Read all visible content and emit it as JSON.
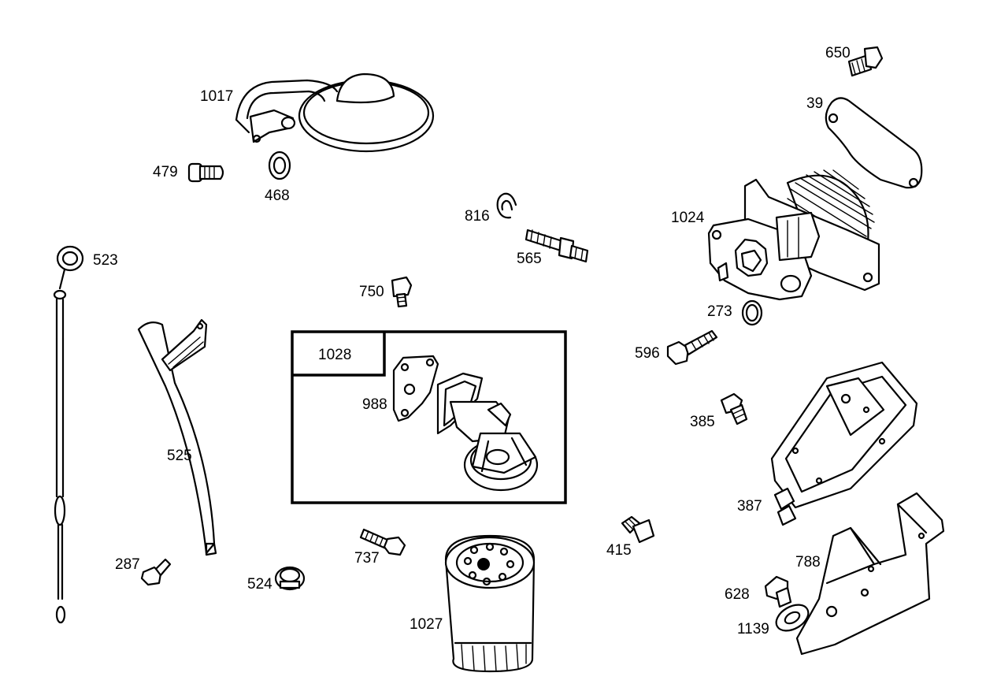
{
  "labels": {
    "p1017": "1017",
    "p479": "479",
    "p468": "468",
    "p816": "816",
    "p565": "565",
    "p650": "650",
    "p39": "39",
    "p1024": "1024",
    "p273": "273",
    "p523": "523",
    "p750": "750",
    "p596": "596",
    "p385": "385",
    "p1028": "1028",
    "p988": "988",
    "p525": "525",
    "p387": "387",
    "p415": "415",
    "p287": "287",
    "p737": "737",
    "p524": "524",
    "p788": "788",
    "p628": "628",
    "p1027": "1027",
    "p1139": "1139"
  },
  "colors": {
    "line": "#000000",
    "background": "#ffffff"
  }
}
